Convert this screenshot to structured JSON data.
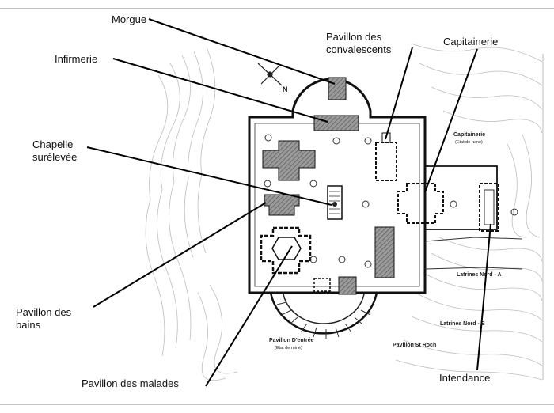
{
  "callouts": {
    "morgue": "Morgue",
    "infirmerie": "Infirmerie",
    "chapelle": "Chapelle\nsurélevée",
    "pavillon_convalescents": "Pavillon des\nconvalescents",
    "capitainerie": "Capitainerie",
    "pavillon_bains": "Pavillon des\nbains",
    "pavillon_malades": "Pavillon des malades",
    "intendance": "Intendance"
  },
  "plan_labels": {
    "capitainerie_title": "Capitainerie",
    "capitainerie_state": "(Etat de ruine)",
    "latrines_a": "Latrines Nord - A",
    "latrines_b": "Latrines Nord - B",
    "pavillon_entree_title": "Pavillon D'entrée",
    "pavillon_entree_state": "(Etat de ruine)",
    "pavillon_st_roch": "Pavillon St Roch"
  },
  "compass": {
    "label": "N"
  },
  "colors": {
    "line": "#111111",
    "hatch": "#8a8a8a",
    "contour": "#b8b8b8"
  }
}
